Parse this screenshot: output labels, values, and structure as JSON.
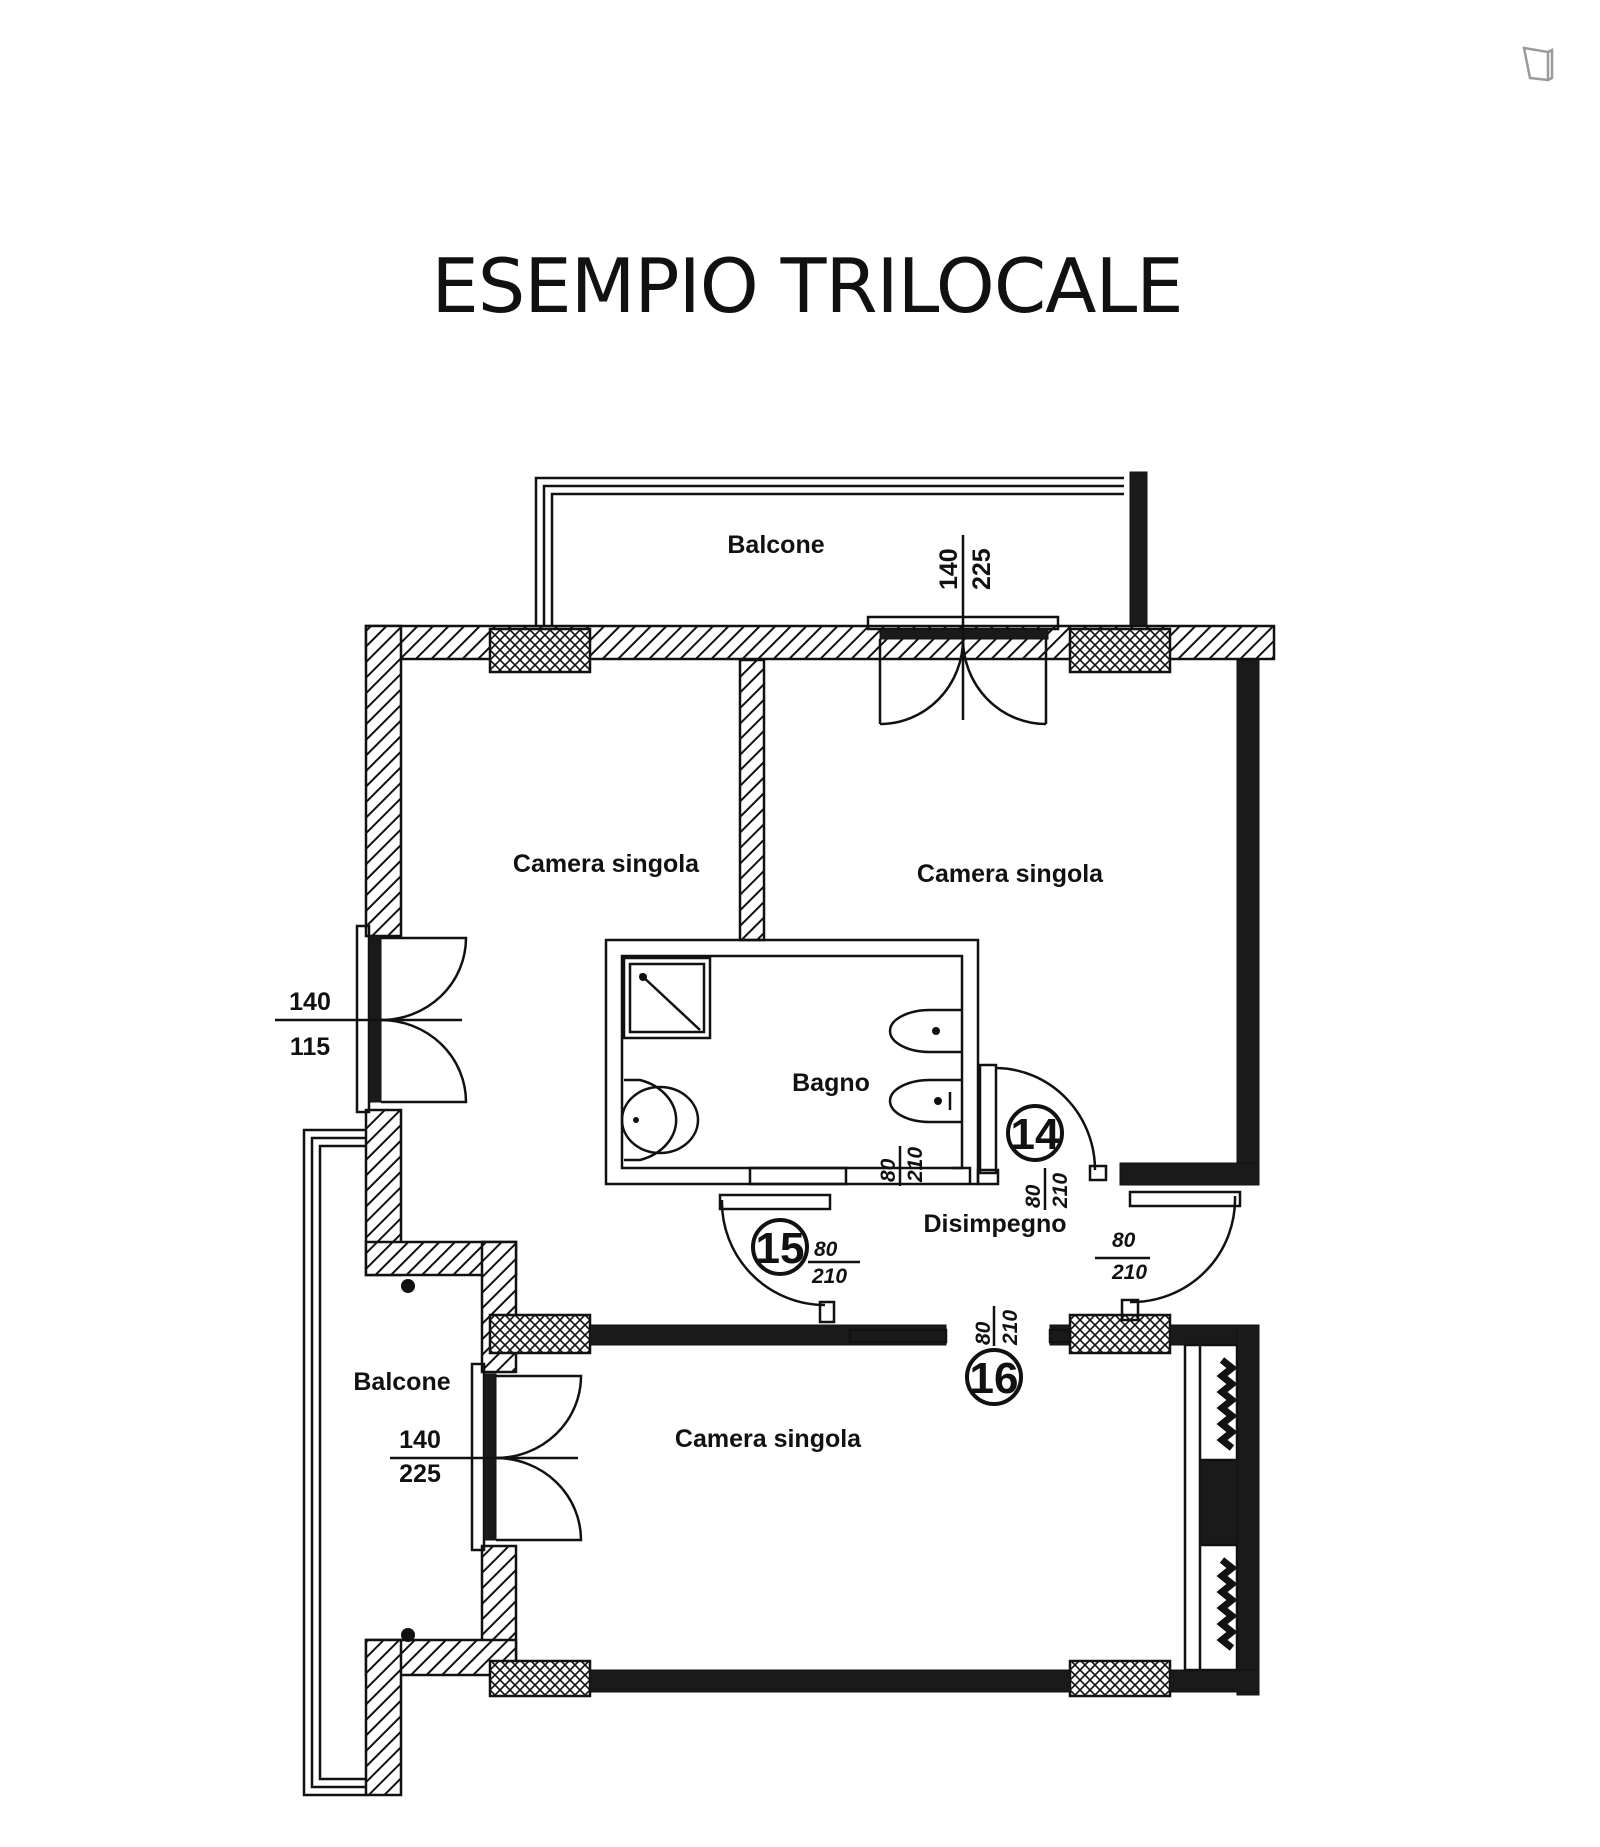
{
  "title": "ESEMPIO TRILOCALE",
  "rooms": {
    "balcone_top": "Balcone",
    "camera_left": "Camera singola",
    "camera_right": "Camera singola",
    "bagno": "Bagno",
    "disimpegno": "Disimpegno",
    "balcone_left": "Balcone",
    "camera_bottom": "Camera singola"
  },
  "windows": {
    "top": {
      "width": "140",
      "height": "225"
    },
    "left": {
      "width": "140",
      "height": "115"
    },
    "bottom_left": {
      "width": "140",
      "height": "225"
    }
  },
  "doors": {
    "bagno": {
      "width": "80",
      "height": "210"
    },
    "camera_right": {
      "width": "80",
      "height": "210"
    },
    "camera_left": {
      "width": "80",
      "height": "210"
    },
    "disimpegno_right": {
      "width": "80",
      "height": "210"
    },
    "camera_bottom": {
      "width": "80",
      "height": "210"
    }
  },
  "door_numbers": {
    "d14": "14",
    "d15": "15",
    "d16": "16"
  },
  "icons": {
    "corner": "book-icon"
  }
}
